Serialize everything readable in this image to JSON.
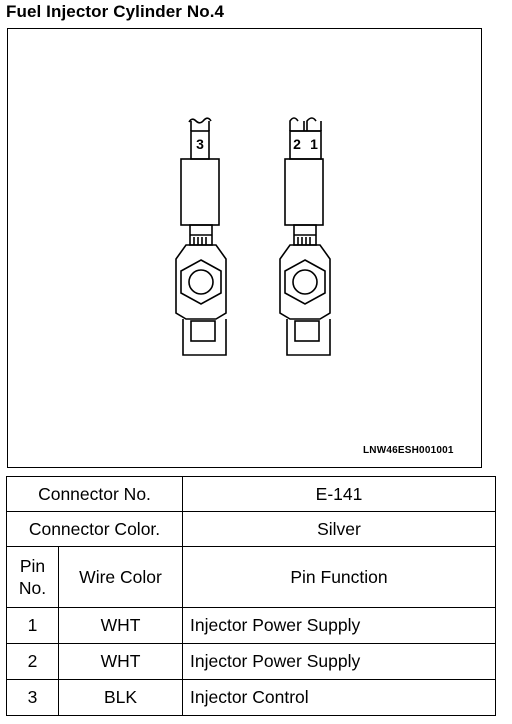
{
  "title": "Fuel Injector Cylinder No.4",
  "figure": {
    "code": "LNW46ESH001001",
    "wire_labels": {
      "left": "3",
      "right_a": "2",
      "right_b": "1"
    }
  },
  "table": {
    "connector_no_label": "Connector No.",
    "connector_no_value": "E-141",
    "connector_color_label": "Connector Color.",
    "connector_color_value": "Silver",
    "headers": {
      "pin_no": "Pin\nNo.",
      "wire_color": "Wire Color",
      "pin_function": "Pin Function"
    },
    "rows": [
      {
        "pin": "1",
        "color": "WHT",
        "function": "Injector Power Supply"
      },
      {
        "pin": "2",
        "color": "WHT",
        "function": "Injector Power Supply"
      },
      {
        "pin": "3",
        "color": "BLK",
        "function": "Injector Control"
      }
    ]
  }
}
